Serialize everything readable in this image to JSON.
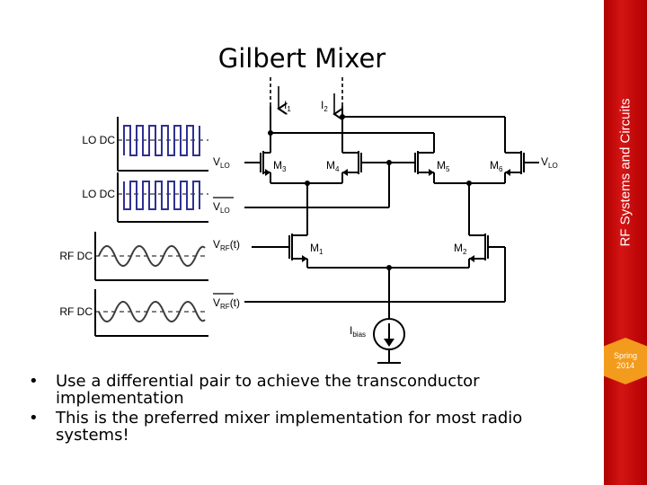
{
  "slide": {
    "title": "Gilbert Mixer",
    "sidebar_label": "RF Systems and Circuits",
    "badge": {
      "line1": "Spring",
      "line2": "2014"
    },
    "bullets": [
      {
        "marker": "•",
        "text": "Use a differential pair to achieve the transconductor implementation"
      },
      {
        "marker": "•",
        "text": "This is the preferred mixer implementation for most radio systems!"
      }
    ]
  },
  "colors": {
    "sidebar": "#c00000",
    "badge": "#f29b1d",
    "lo_wave": "#2e3192",
    "rf_wave": "#3c3c3c",
    "wire": "#000000"
  },
  "diagram": {
    "waveforms": [
      {
        "label": "LO DC",
        "shape": "square"
      },
      {
        "label": "LO DC",
        "shape": "square-inverted"
      },
      {
        "label": "RF DC",
        "shape": "sine"
      },
      {
        "label": "RF DC",
        "shape": "sine-inverted"
      }
    ],
    "currents": [
      {
        "name": "I",
        "sub": "1"
      },
      {
        "name": "I",
        "sub": "2"
      }
    ],
    "transistors": [
      {
        "name": "M",
        "sub": "3"
      },
      {
        "name": "M",
        "sub": "4"
      },
      {
        "name": "M",
        "sub": "5"
      },
      {
        "name": "M",
        "sub": "6"
      },
      {
        "name": "M",
        "sub": "1"
      },
      {
        "name": "M",
        "sub": "2"
      }
    ],
    "inputs": {
      "vlo_left": {
        "main": "V",
        "sub": "LO",
        "suffix": ""
      },
      "vlo_right": {
        "main": "V",
        "sub": "LO",
        "suffix": ""
      },
      "vlo_bar": {
        "main": "V",
        "sub": "LO",
        "suffix": ""
      },
      "vrf": {
        "main": "V",
        "sub": "RF",
        "suffix": "(t)"
      },
      "vrf_bar": {
        "main": "V",
        "sub": "RF",
        "suffix": "(t)"
      }
    },
    "bias_source": {
      "main": "I",
      "sub": "bias"
    }
  }
}
